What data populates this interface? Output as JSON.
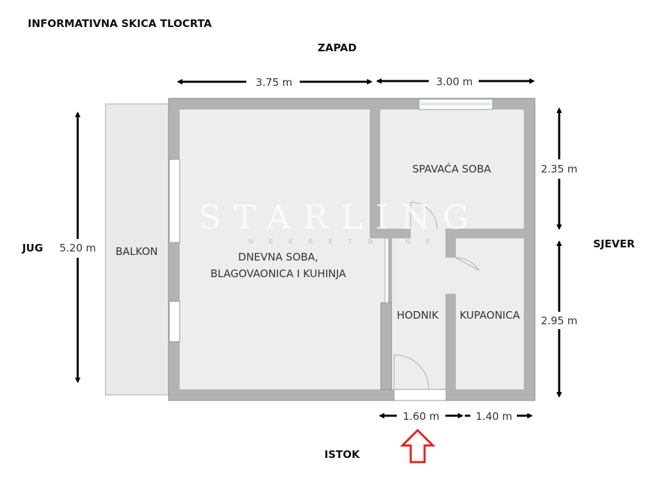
{
  "title": "INFORMATIVNA SKICA TLOCRTA",
  "compass": {
    "west": "ZAPAD",
    "east": "ISTOK",
    "south": "JUG",
    "north": "SJEVER"
  },
  "rooms": {
    "balcony": "BALKON",
    "living_line1": "DNEVNA SOBA,",
    "living_line2": "BLAGOVAONICA I KUHINJA",
    "bedroom": "SPAVAĆA SOBA",
    "hallway": "HODNIK",
    "bathroom": "KUPAONICA"
  },
  "dimensions": {
    "top_left": "3.75 m",
    "top_right": "3.00 m",
    "left": "5.20 m",
    "right_top": "2.35 m",
    "right_bottom": "2.95 m",
    "bottom_left": "1.60 m",
    "bottom_right": "1.40 m"
  },
  "watermark": {
    "main": "STARLING",
    "sub": "NEKRETNINE"
  },
  "colors": {
    "wall": "#b3b3b3",
    "floor": "#ededed",
    "entrance_arrow": "#e0221b"
  }
}
